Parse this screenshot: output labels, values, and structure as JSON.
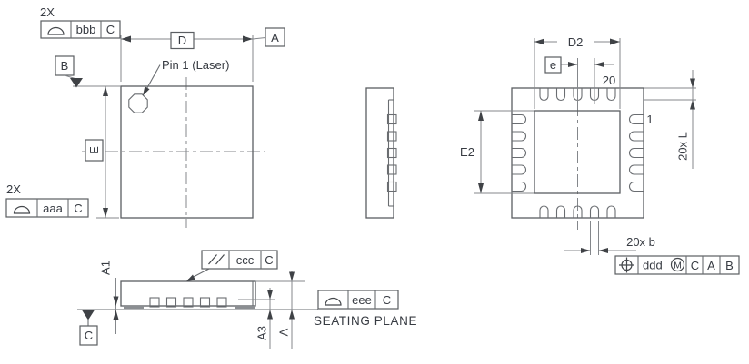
{
  "title": "QFN-20 package outline drawing",
  "colors": {
    "line": "#5b5e62",
    "dim": "#84878b",
    "text": "#373b42",
    "background": "#ffffff"
  },
  "top_view": {
    "qty_top": "2X",
    "frame_top": {
      "symbol": "profile-of-surface",
      "tolerance": "bbb",
      "datum": "C"
    },
    "dim_width": "D",
    "datum_a": "A",
    "datum_b": "B",
    "pin1_note": "Pin 1 (Laser)",
    "dim_height": "E",
    "qty_left": "2X",
    "frame_left": {
      "symbol": "profile-of-surface",
      "tolerance": "aaa",
      "datum": "C"
    }
  },
  "bottom_view": {
    "dim_pad_width": "D2",
    "dim_pitch": "e",
    "pin20_label": "20",
    "pin1_label": "1",
    "dim_pad_height": "E2",
    "lead_length_label": "20x L",
    "lead_width_label": "20x b",
    "position_frame": {
      "symbol": "position",
      "tolerance": "ddd",
      "modifier": "M",
      "datums": [
        "C",
        "A",
        "B"
      ]
    }
  },
  "front_view": {
    "dim_standoff": "A1",
    "parallelism_frame": {
      "symbol": "parallelism",
      "tolerance": "ccc",
      "datum": "C"
    },
    "dim_lead_thickness": "A3",
    "dim_total_height": "A",
    "seating_frame": {
      "symbol": "profile-of-surface",
      "tolerance": "eee",
      "datum": "C"
    },
    "seating_plane_label": "SEATING PLANE",
    "datum_c": "C"
  }
}
